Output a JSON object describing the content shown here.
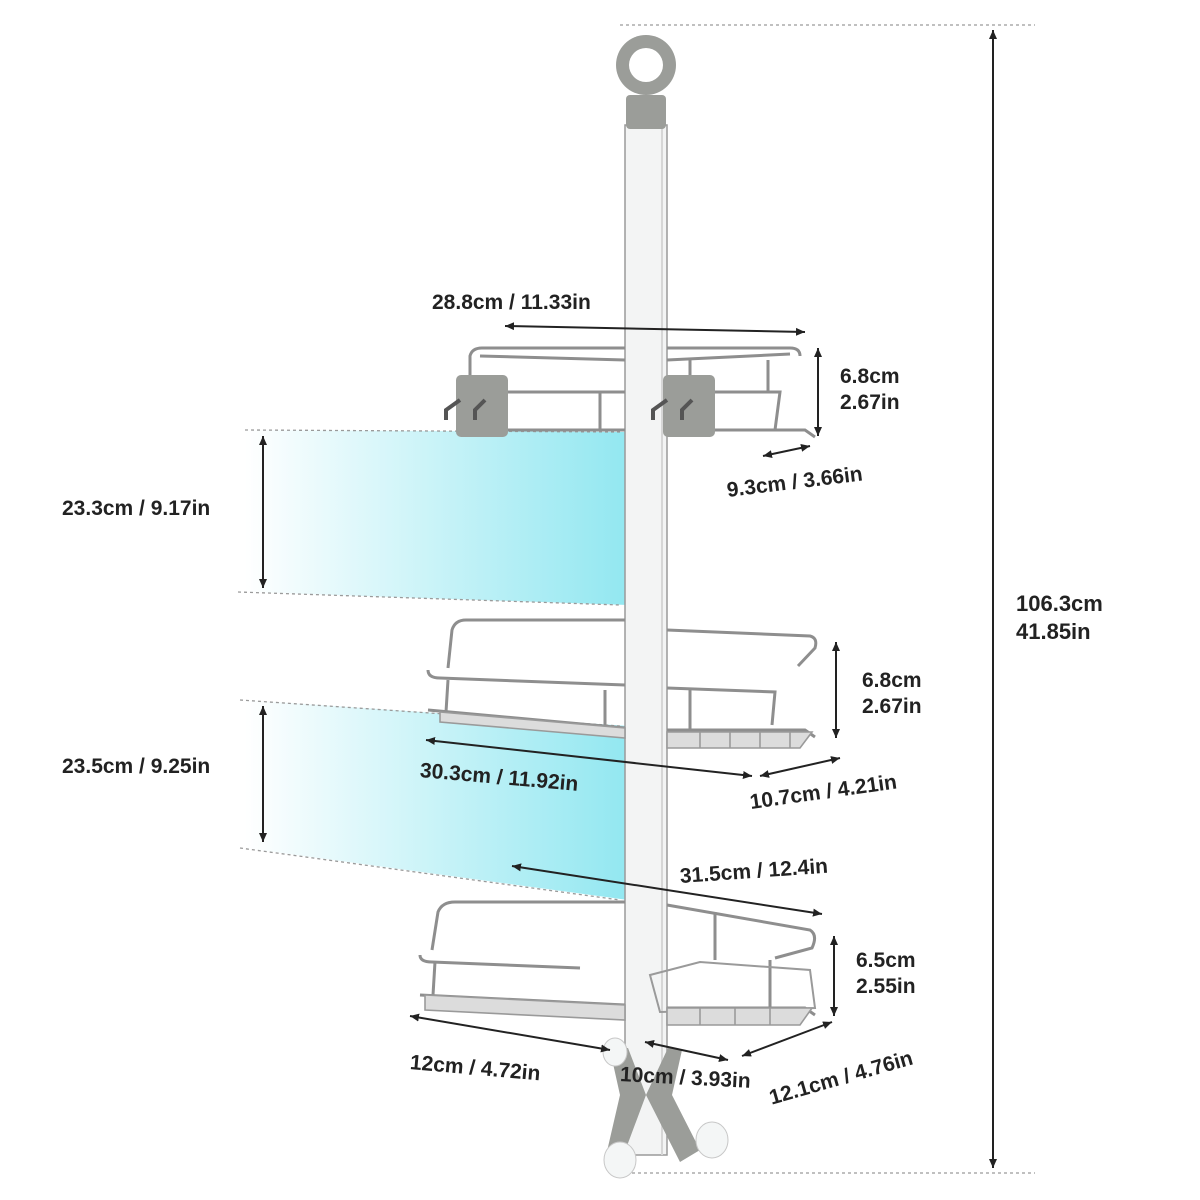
{
  "colors": {
    "pole": "#f3f4f4",
    "pole_edge": "#9a9a9a",
    "wire": "#8e8e8e",
    "gray_part": "#9b9d99",
    "gap_tint": "#7fe3ee",
    "dim_line": "#222222",
    "guide_line": "#9a9a9a"
  },
  "dimensions": {
    "overall_height_cm": "106.3cm",
    "overall_height_in": "41.85in",
    "top_width": "28.8cm / 11.33in",
    "top_height_cm": "6.8cm",
    "top_height_in": "2.67in",
    "top_depth": "9.3cm / 3.66in",
    "upper_gap": "23.3cm / 9.17in",
    "middle_height_cm": "6.8cm",
    "middle_height_in": "2.67in",
    "middle_width": "30.3cm / 11.92in",
    "middle_depth": "10.7cm / 4.21in",
    "lower_gap": "23.5cm / 9.25in",
    "bottom_width": "31.5cm / 12.4in",
    "bottom_height_cm": "6.5cm",
    "bottom_height_in": "2.55in",
    "bottom_left_width": "12cm / 4.72in",
    "bottom_gap": "10cm / 3.93in",
    "bottom_right_depth": "12.1cm / 4.76in"
  },
  "icons": [
    "hanger-ring-icon",
    "hook-icon",
    "suction-cup-icon"
  ]
}
